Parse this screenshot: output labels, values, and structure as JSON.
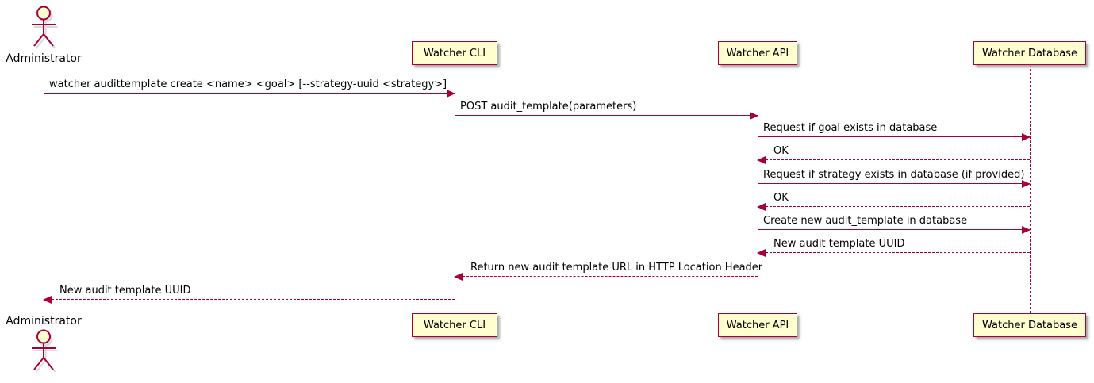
{
  "diagram_type": "sequence",
  "participants": {
    "actor": {
      "label": "Administrator",
      "type": "actor"
    },
    "boxes": [
      {
        "label": "Watcher CLI"
      },
      {
        "label": "Watcher API"
      },
      {
        "label": "Watcher Database"
      }
    ]
  },
  "messages": [
    {
      "from": "Administrator",
      "to": "Watcher CLI",
      "line": "solid",
      "direction": "right",
      "text": "watcher audittemplate create <name> <goal> [--strategy-uuid <strategy>]"
    },
    {
      "from": "Watcher CLI",
      "to": "Watcher API",
      "line": "solid",
      "direction": "right",
      "text": "POST audit_template(parameters)"
    },
    {
      "from": "Watcher API",
      "to": "Watcher Database",
      "line": "solid",
      "direction": "right",
      "text": "Request if goal exists in database"
    },
    {
      "from": "Watcher Database",
      "to": "Watcher API",
      "line": "dashed",
      "direction": "left",
      "text": "OK"
    },
    {
      "from": "Watcher API",
      "to": "Watcher Database",
      "line": "solid",
      "direction": "right",
      "text": "Request if strategy exists in database (if provided)"
    },
    {
      "from": "Watcher Database",
      "to": "Watcher API",
      "line": "dashed",
      "direction": "left",
      "text": "OK"
    },
    {
      "from": "Watcher API",
      "to": "Watcher Database",
      "line": "solid",
      "direction": "right",
      "text": "Create new audit_template in database"
    },
    {
      "from": "Watcher Database",
      "to": "Watcher API",
      "line": "dashed",
      "direction": "left",
      "text": "New audit template UUID"
    },
    {
      "from": "Watcher API",
      "to": "Watcher CLI",
      "line": "dashed",
      "direction": "left",
      "text": "Return new audit template URL in HTTP Location Header"
    },
    {
      "from": "Watcher CLI",
      "to": "Administrator",
      "line": "dashed",
      "direction": "left",
      "text": "New audit template UUID"
    }
  ],
  "colors": {
    "accent": "#A80036",
    "participant_fill": "#FEFECE",
    "text": "#000000",
    "background": "#FFFFFF"
  }
}
